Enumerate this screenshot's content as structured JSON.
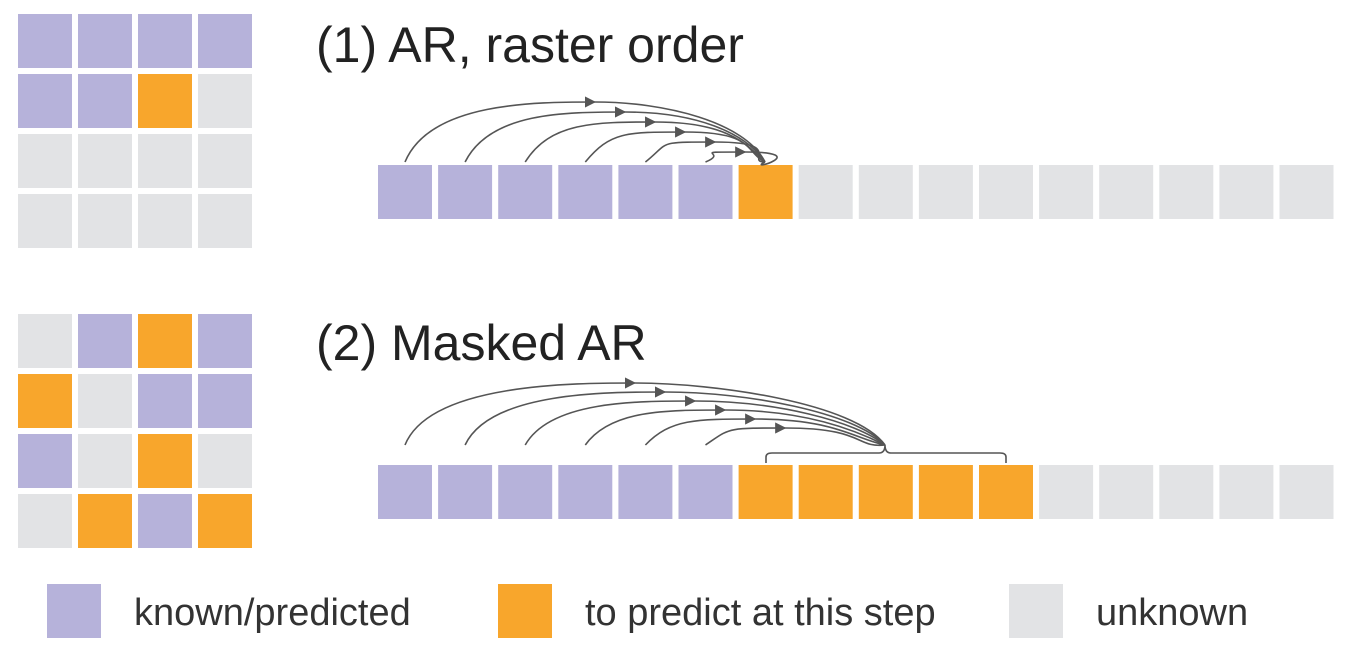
{
  "colors": {
    "known": "#b6b2da",
    "predict": "#f8a62c",
    "unknown": "#e2e3e5",
    "arrow": "#555555"
  },
  "panels": [
    {
      "title": "(1) AR, raster order",
      "grid": [
        [
          "known",
          "known",
          "known",
          "known"
        ],
        [
          "known",
          "known",
          "predict",
          "unknown"
        ],
        [
          "unknown",
          "unknown",
          "unknown",
          "unknown"
        ],
        [
          "unknown",
          "unknown",
          "unknown",
          "unknown"
        ]
      ],
      "sequence": [
        "known",
        "known",
        "known",
        "known",
        "known",
        "known",
        "predict",
        "unknown",
        "unknown",
        "unknown",
        "unknown",
        "unknown",
        "unknown",
        "unknown",
        "unknown",
        "unknown"
      ],
      "arrow_target": "single token",
      "arrow_sources": 6
    },
    {
      "title": "(2) Masked AR",
      "grid": [
        [
          "unknown",
          "known",
          "predict",
          "known"
        ],
        [
          "predict",
          "unknown",
          "known",
          "known"
        ],
        [
          "known",
          "unknown",
          "predict",
          "unknown"
        ],
        [
          "unknown",
          "predict",
          "known",
          "predict"
        ]
      ],
      "sequence": [
        "known",
        "known",
        "known",
        "known",
        "known",
        "known",
        "predict",
        "predict",
        "predict",
        "predict",
        "predict",
        "unknown",
        "unknown",
        "unknown",
        "unknown",
        "unknown"
      ],
      "arrow_target": "set of tokens (brace)",
      "arrow_sources": 6
    }
  ],
  "legend": [
    {
      "key": "known",
      "label": "known/predicted"
    },
    {
      "key": "predict",
      "label": "to predict at this step"
    },
    {
      "key": "unknown",
      "label": "unknown"
    }
  ]
}
